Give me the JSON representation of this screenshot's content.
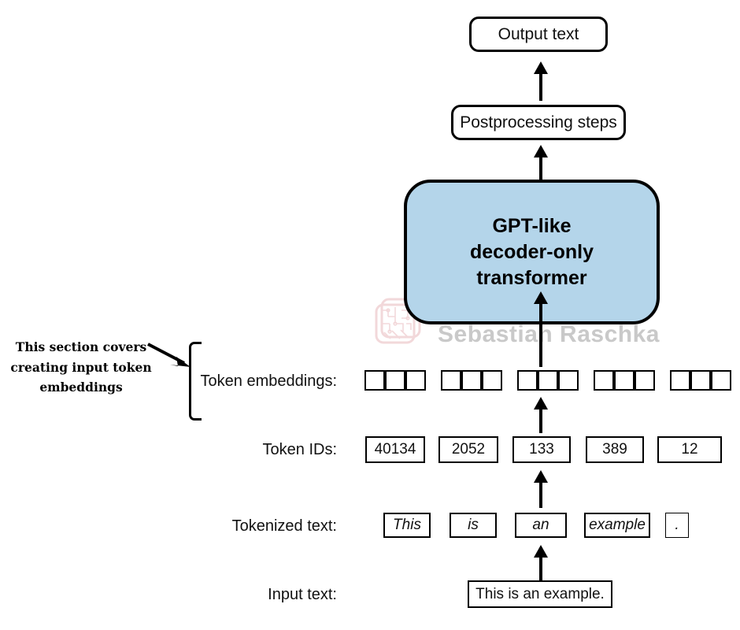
{
  "diagram": {
    "title": "LLM input text processing pipeline",
    "watermark": {
      "text": "Sebastian Raschka",
      "logo_name": "circuit-board-logo",
      "color": "#c9c9c9"
    },
    "accent_color": "#b4d5ea",
    "line_color": "#000000"
  },
  "stages": {
    "output_text": "Output text",
    "postprocessing": "Postprocessing steps",
    "model_line1": "GPT-like",
    "model_line2": "decoder-only",
    "model_line3": "transformer"
  },
  "annotation": {
    "line1": "This section covers",
    "line2": "creating input token",
    "line3": "embeddings"
  },
  "rows": {
    "token_embeddings_label": "Token embeddings:",
    "token_ids_label": "Token IDs:",
    "tokenized_text_label": "Tokenized text:",
    "input_text_label": "Input text:"
  },
  "token_embeddings": {
    "cells_per_group": 3,
    "groups": [
      {
        "cells": [
          "",
          "",
          ""
        ]
      },
      {
        "cells": [
          "",
          "",
          ""
        ]
      },
      {
        "cells": [
          "",
          "",
          ""
        ]
      },
      {
        "cells": [
          "",
          "",
          ""
        ]
      },
      {
        "cells": [
          "",
          "",
          ""
        ]
      }
    ]
  },
  "token_ids": [
    "40134",
    "2052",
    "133",
    "389",
    "12"
  ],
  "tokenized_text": [
    "This",
    "is",
    "an",
    "example",
    "."
  ],
  "input_text": "This is an example."
}
